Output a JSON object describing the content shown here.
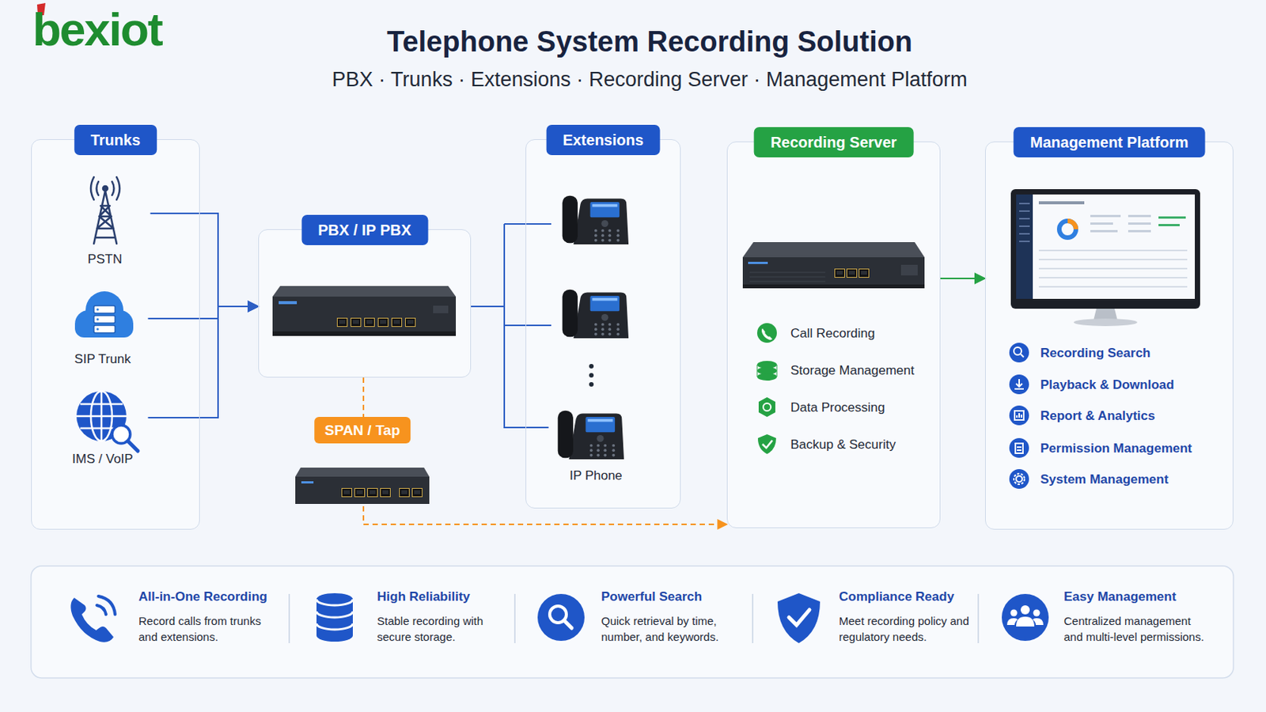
{
  "diagram": {
    "title": "Telephone System Recording Solution",
    "nodes": [
      {
        "text": [
          "Trunks"
        ]
      },
      {
        "text": [
          "PSTN"
        ],
        "in": 0
      },
      {
        "text": [
          "SIP Trunk"
        ],
        "in": 0
      },
      {
        "text": [
          "IMS / VoIP"
        ],
        "in": 0
      },
      {
        "text": [
          "PBX / IP PBX"
        ]
      },
      {
        "text": [
          "SPAN / Tap"
        ]
      },
      {
        "text": [
          "Extensions"
        ]
      },
      {
        "text": [
          "IP Phone"
        ],
        "in": 6
      },
      {
        "text": [
          "Recording Server",
          "Call Recording",
          "Storage Management",
          "Data Processing",
          "Backup & Security"
        ]
      },
      {
        "text": [
          "Management Platform",
          "Recording Search",
          "Playback & Download",
          "Report & Analytics",
          "Permission Management",
          "System Management"
        ]
      }
    ],
    "edges": [
      {
        "from": 1,
        "to": 4,
        "arrow": "to"
      },
      {
        "from": 2,
        "to": 4,
        "arrow": "to"
      },
      {
        "from": 3,
        "to": 4,
        "arrow": "to"
      },
      {
        "from": 4,
        "to": 7,
        "arrow": "none"
      },
      {
        "from": 4,
        "to": 5,
        "arrow": "none"
      },
      {
        "from": 5,
        "to": 8,
        "arrow": "to"
      },
      {
        "from": 8,
        "to": 9,
        "arrow": "to"
      }
    ],
    "labels": [
      "bexiot",
      "PBX · Trunks · Extensions · Recording Server · Management Platform",
      "All-in-One Recording",
      "Record calls from trunks and extensions.",
      "High Reliability",
      "Stable recording with secure storage.",
      "Powerful Search",
      "Quick retrieval by time, number, and keywords.",
      "Compliance Ready",
      "Meet recording policy and regulatory needs.",
      "Easy Management",
      "Centralized management and multi-level permissions."
    ]
  }
}
